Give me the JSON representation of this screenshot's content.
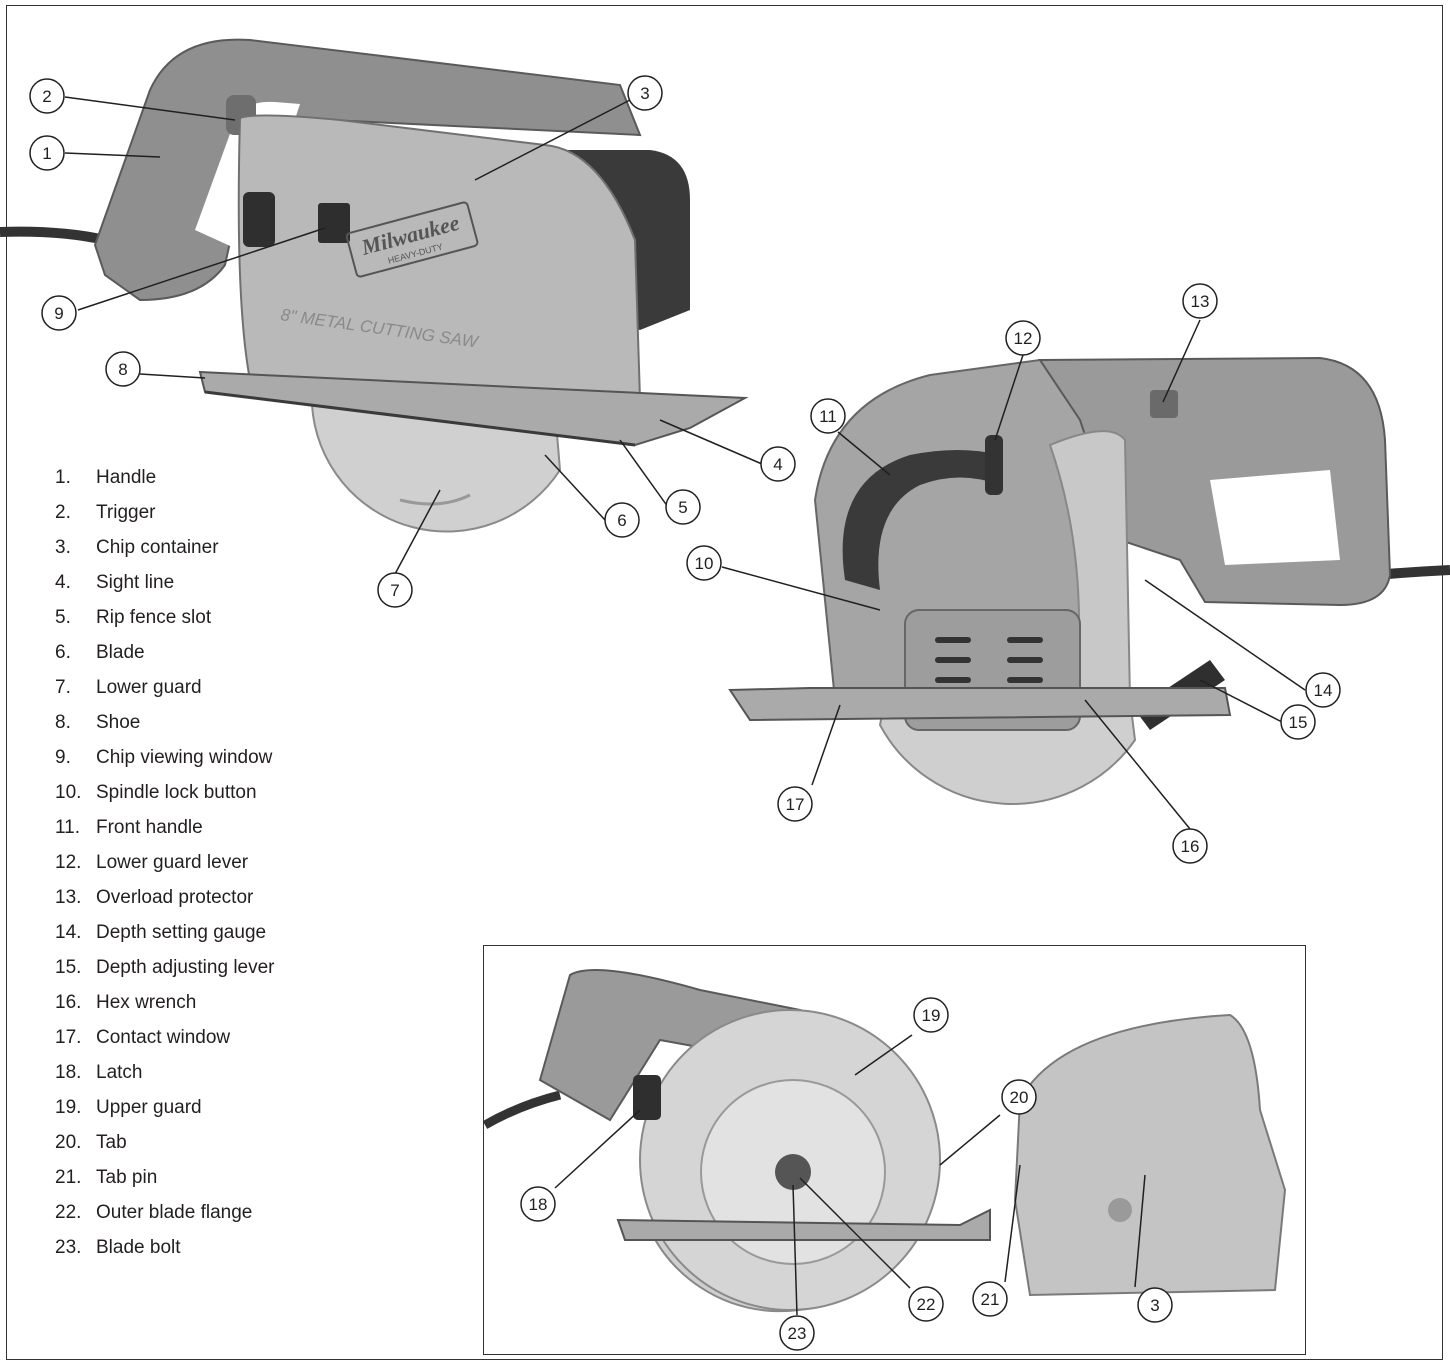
{
  "parts": [
    {
      "num": "1.",
      "label": "Handle"
    },
    {
      "num": "2.",
      "label": "Trigger"
    },
    {
      "num": "3.",
      "label": "Chip container"
    },
    {
      "num": "4.",
      "label": "Sight line"
    },
    {
      "num": "5.",
      "label": "Rip fence slot"
    },
    {
      "num": "6.",
      "label": "Blade"
    },
    {
      "num": "7.",
      "label": "Lower guard"
    },
    {
      "num": "8.",
      "label": "Shoe"
    },
    {
      "num": "9.",
      "label": "Chip viewing window"
    },
    {
      "num": "10.",
      "label": "Spindle lock button"
    },
    {
      "num": "11.",
      "label": "Front handle"
    },
    {
      "num": "12.",
      "label": "Lower guard lever"
    },
    {
      "num": "13.",
      "label": "Overload protector"
    },
    {
      "num": "14.",
      "label": "Depth setting gauge"
    },
    {
      "num": "15.",
      "label": "Depth adjusting lever"
    },
    {
      "num": "16.",
      "label": "Hex wrench"
    },
    {
      "num": "17.",
      "label": "Contact window"
    },
    {
      "num": "18.",
      "label": "Latch"
    },
    {
      "num": "19.",
      "label": "Upper guard"
    },
    {
      "num": "20.",
      "label": "Tab"
    },
    {
      "num": "21.",
      "label": "Tab pin"
    },
    {
      "num": "22.",
      "label": "Outer blade flange"
    },
    {
      "num": "23.",
      "label": "Blade bolt"
    }
  ],
  "callouts": [
    "2",
    "1",
    "3",
    "9",
    "8",
    "4",
    "5",
    "6",
    "7",
    "13",
    "12",
    "11",
    "10",
    "14",
    "15",
    "17",
    "16",
    "19",
    "20",
    "18",
    "22",
    "21",
    "3",
    "23"
  ],
  "logo": {
    "brand": "Milwaukee",
    "sub": "HEAVY-DUTY"
  },
  "casting_text": "8\" METAL CUTTING SAW",
  "colors": {
    "body": "#9c9c9c",
    "body_dark": "#6f6f6f",
    "guard": "#c4c4c4",
    "blade": "#d6d6d6",
    "grip": "#3c3c3c",
    "line": "#231f20"
  }
}
